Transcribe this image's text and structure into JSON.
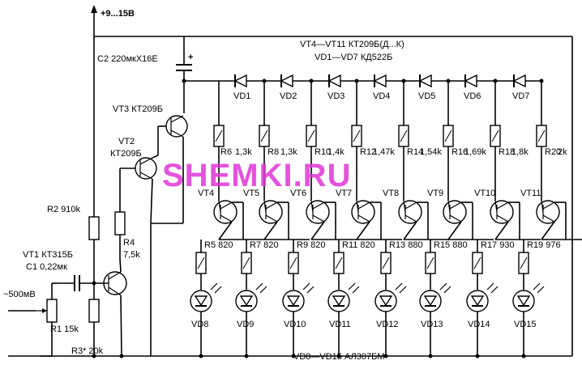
{
  "supply_label": "+9...15В",
  "header": {
    "transistors_note": "VT4—VT11 КТ209Б(Д...К)",
    "diodes_note": "VD1—VD7 КД522Б"
  },
  "watermark": "SHEMKI.RU",
  "input_label": "~500мВ",
  "c1_label": "C1 0,22мк",
  "c2_label": "C2 220мкХ16Е",
  "c2_plus": "+",
  "vt1_label": "VT1 КТ315Б",
  "vt2_label_a": "VT2",
  "vt2_label_b": "КТ209Б",
  "vt3_label": "VT3 КТ209Б",
  "r1_label": "R1 15k",
  "r2_label": "R2 910k",
  "r3_label": "R3* 20k",
  "r4_label_a": "R4",
  "r4_label_b": "7,5k",
  "leds_note": "VD8—VD15 АЛ307БМ",
  "diodes": [
    "VD1",
    "VD2",
    "VD3",
    "VD4",
    "VD5",
    "VD6",
    "VD7"
  ],
  "stages": [
    {
      "rtop_name": "R6",
      "rtop_val": "1,3k",
      "vt": "VT4",
      "rbot": "R5 820",
      "led": "VD8"
    },
    {
      "rtop_name": "R8",
      "rtop_val": "1,3k",
      "vt": "VT5",
      "rbot": "R7 820",
      "led": "VD9"
    },
    {
      "rtop_name": "R10",
      "rtop_val": "1,4k",
      "vt": "VT6",
      "rbot": "R9 820",
      "led": "VD10"
    },
    {
      "rtop_name": "R12",
      "rtop_val": "1,47k",
      "vt": "VT7",
      "rbot": "R11 820",
      "led": "VD11"
    },
    {
      "rtop_name": "R14",
      "rtop_val": "1,54k",
      "vt": "VT8",
      "rbot": "R13 880",
      "led": "VD12"
    },
    {
      "rtop_name": "R16",
      "rtop_val": "1,69k",
      "vt": "VT9",
      "rbot": "R15 880",
      "led": "VD13"
    },
    {
      "rtop_name": "R18",
      "rtop_val": "1,8k",
      "vt": "VT10",
      "rbot": "R17 930",
      "led": "VD14"
    },
    {
      "rtop_name": "R20",
      "rtop_val": "2k",
      "vt": "VT11",
      "rbot": "R19 976",
      "led": "VD15"
    }
  ]
}
